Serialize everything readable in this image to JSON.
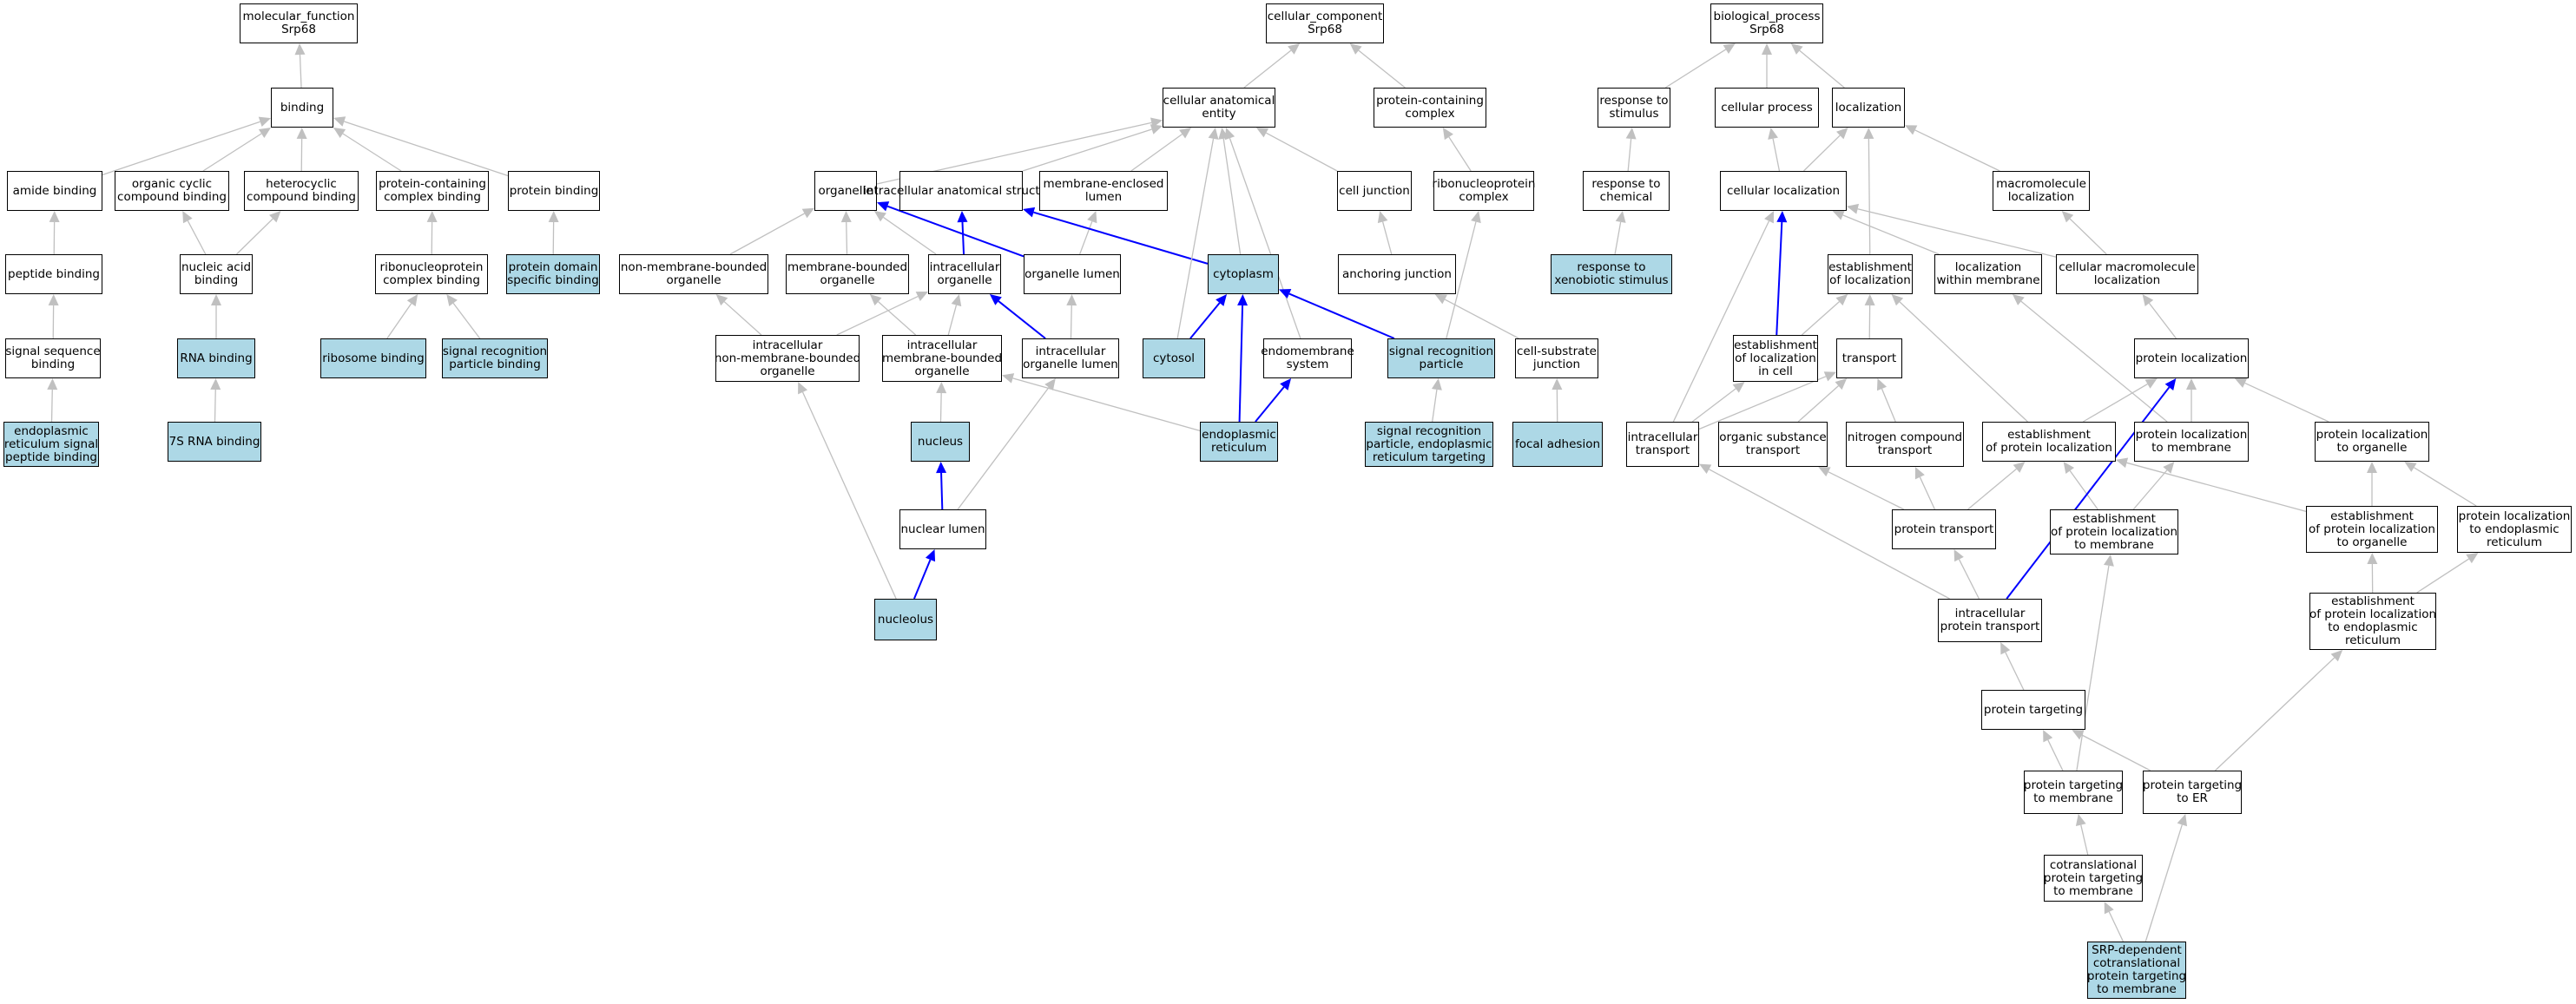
{
  "colors": {
    "background": "#ffffff",
    "node_border": "#000000",
    "highlight_fill": "#add8e6",
    "edge_gray": "#c0c0c0",
    "edge_blue": "#0000ff"
  },
  "nodes": {
    "mf_root": {
      "lines": [
        "molecular_function",
        "Srp68"
      ],
      "highlight": false
    },
    "binding": {
      "lines": [
        "binding"
      ],
      "highlight": false
    },
    "amide_binding": {
      "lines": [
        "amide binding"
      ],
      "highlight": false
    },
    "organic_cyclic": {
      "lines": [
        "organic cyclic",
        "compound binding"
      ],
      "highlight": false
    },
    "heterocyclic": {
      "lines": [
        "heterocyclic",
        "compound binding"
      ],
      "highlight": false
    },
    "pcc_binding": {
      "lines": [
        "protein-containing",
        "complex binding"
      ],
      "highlight": false
    },
    "protein_binding": {
      "lines": [
        "protein binding"
      ],
      "highlight": false
    },
    "peptide_binding": {
      "lines": [
        "peptide binding"
      ],
      "highlight": false
    },
    "nucleic_acid_binding": {
      "lines": [
        "nucleic acid",
        "binding"
      ],
      "highlight": false
    },
    "rnp_complex_binding": {
      "lines": [
        "ribonucleoprotein",
        "complex binding"
      ],
      "highlight": false
    },
    "protein_domain_binding": {
      "lines": [
        "protein domain",
        "specific binding"
      ],
      "highlight": true
    },
    "signal_seq_binding": {
      "lines": [
        "signal sequence",
        "binding"
      ],
      "highlight": false
    },
    "rna_binding": {
      "lines": [
        "RNA binding"
      ],
      "highlight": true
    },
    "ribosome_binding": {
      "lines": [
        "ribosome binding"
      ],
      "highlight": true
    },
    "srp_binding": {
      "lines": [
        "signal recognition",
        "particle binding"
      ],
      "highlight": true
    },
    "er_signal_peptide_binding": {
      "lines": [
        "endoplasmic",
        "reticulum signal",
        "peptide binding"
      ],
      "highlight": true
    },
    "rna7s_binding": {
      "lines": [
        "7S RNA binding"
      ],
      "highlight": true
    },
    "cc_root": {
      "lines": [
        "cellular_component",
        "Srp68"
      ],
      "highlight": false
    },
    "cae": {
      "lines": [
        "cellular anatomical",
        "entity"
      ],
      "highlight": false
    },
    "pcc": {
      "lines": [
        "protein-containing",
        "complex"
      ],
      "highlight": false
    },
    "organelle": {
      "lines": [
        "organelle"
      ],
      "highlight": false
    },
    "ias": {
      "lines": [
        "intracellular anatomical structure"
      ],
      "highlight": false
    },
    "mel": {
      "lines": [
        "membrane-enclosed",
        "lumen"
      ],
      "highlight": false
    },
    "cell_junction": {
      "lines": [
        "cell junction"
      ],
      "highlight": false
    },
    "rnp_complex": {
      "lines": [
        "ribonucleoprotein",
        "complex"
      ],
      "highlight": false
    },
    "nmbo": {
      "lines": [
        "non-membrane-bounded",
        "organelle"
      ],
      "highlight": false
    },
    "mbo": {
      "lines": [
        "membrane-bounded",
        "organelle"
      ],
      "highlight": false
    },
    "io": {
      "lines": [
        "intracellular",
        "organelle"
      ],
      "highlight": false
    },
    "ol": {
      "lines": [
        "organelle lumen"
      ],
      "highlight": false
    },
    "cytoplasm": {
      "lines": [
        "cytoplasm"
      ],
      "highlight": true
    },
    "anch_junction": {
      "lines": [
        "anchoring junction"
      ],
      "highlight": false
    },
    "inmbo": {
      "lines": [
        "intracellular",
        "non-membrane-bounded",
        "organelle"
      ],
      "highlight": false
    },
    "imbo": {
      "lines": [
        "intracellular",
        "membrane-bounded",
        "organelle"
      ],
      "highlight": false
    },
    "iol": {
      "lines": [
        "intracellular",
        "organelle lumen"
      ],
      "highlight": false
    },
    "cytosol": {
      "lines": [
        "cytosol"
      ],
      "highlight": true
    },
    "endomembrane": {
      "lines": [
        "endomembrane",
        "system"
      ],
      "highlight": false
    },
    "srp": {
      "lines": [
        "signal recognition",
        "particle"
      ],
      "highlight": true
    },
    "cell_substrate": {
      "lines": [
        "cell-substrate",
        "junction"
      ],
      "highlight": false
    },
    "nucleus": {
      "lines": [
        "nucleus"
      ],
      "highlight": true
    },
    "er": {
      "lines": [
        "endoplasmic",
        "reticulum"
      ],
      "highlight": true
    },
    "srp_er_targeting": {
      "lines": [
        "signal recognition",
        "particle, endoplasmic",
        "reticulum targeting"
      ],
      "highlight": true
    },
    "focal_adhesion": {
      "lines": [
        "focal adhesion"
      ],
      "highlight": true
    },
    "nuclear_lumen": {
      "lines": [
        "nuclear lumen"
      ],
      "highlight": false
    },
    "nucleolus": {
      "lines": [
        "nucleolus"
      ],
      "highlight": true
    },
    "bp_root": {
      "lines": [
        "biological_process",
        "Srp68"
      ],
      "highlight": false
    },
    "response_stimulus": {
      "lines": [
        "response to",
        "stimulus"
      ],
      "highlight": false
    },
    "cellular_process": {
      "lines": [
        "cellular process"
      ],
      "highlight": false
    },
    "localization": {
      "lines": [
        "localization"
      ],
      "highlight": false
    },
    "response_chemical": {
      "lines": [
        "response to",
        "chemical"
      ],
      "highlight": false
    },
    "cellular_localization": {
      "lines": [
        "cellular localization"
      ],
      "highlight": false
    },
    "macromolecule_loc": {
      "lines": [
        "macromolecule",
        "localization"
      ],
      "highlight": false
    },
    "response_xenobiotic": {
      "lines": [
        "response to",
        "xenobiotic stimulus"
      ],
      "highlight": true
    },
    "est_localization": {
      "lines": [
        "establishment",
        "of localization"
      ],
      "highlight": false
    },
    "loc_within_membrane": {
      "lines": [
        "localization",
        "within membrane"
      ],
      "highlight": false
    },
    "cell_macromolecule_loc": {
      "lines": [
        "cellular macromolecule",
        "localization"
      ],
      "highlight": false
    },
    "est_loc_in_cell": {
      "lines": [
        "establishment",
        "of localization",
        "in cell"
      ],
      "highlight": false
    },
    "transport": {
      "lines": [
        "transport"
      ],
      "highlight": false
    },
    "protein_localization": {
      "lines": [
        "protein localization"
      ],
      "highlight": false
    },
    "intracellular_transport": {
      "lines": [
        "intracellular",
        "transport"
      ],
      "highlight": false
    },
    "organic_transport": {
      "lines": [
        "organic substance",
        "transport"
      ],
      "highlight": false
    },
    "nitrogen_transport": {
      "lines": [
        "nitrogen compound",
        "transport"
      ],
      "highlight": false
    },
    "est_protein_loc": {
      "lines": [
        "establishment",
        "of protein localization"
      ],
      "highlight": false
    },
    "protein_loc_membrane": {
      "lines": [
        "protein localization",
        "to membrane"
      ],
      "highlight": false
    },
    "protein_loc_organelle": {
      "lines": [
        "protein localization",
        "to organelle"
      ],
      "highlight": false
    },
    "protein_transport": {
      "lines": [
        "protein transport"
      ],
      "highlight": false
    },
    "est_protein_loc_membrane": {
      "lines": [
        "establishment",
        "of protein localization",
        "to membrane"
      ],
      "highlight": false
    },
    "est_protein_loc_organelle": {
      "lines": [
        "establishment",
        "of protein localization",
        "to organelle"
      ],
      "highlight": false
    },
    "protein_loc_er": {
      "lines": [
        "protein localization",
        "to endoplasmic",
        "reticulum"
      ],
      "highlight": false
    },
    "intracellular_protein_transport": {
      "lines": [
        "intracellular",
        "protein transport"
      ],
      "highlight": false
    },
    "est_protein_loc_er": {
      "lines": [
        "establishment",
        "of protein localization",
        "to endoplasmic",
        "reticulum"
      ],
      "highlight": false
    },
    "protein_targeting": {
      "lines": [
        "protein targeting"
      ],
      "highlight": false
    },
    "protein_targeting_membrane": {
      "lines": [
        "protein targeting",
        "to membrane"
      ],
      "highlight": false
    },
    "protein_targeting_er": {
      "lines": [
        "protein targeting",
        "to ER"
      ],
      "highlight": false
    },
    "cotranslational": {
      "lines": [
        "cotranslational",
        "protein targeting",
        "to membrane"
      ],
      "highlight": false
    },
    "srp_dependent": {
      "lines": [
        "SRP-dependent",
        "cotranslational",
        "protein targeting",
        "to membrane"
      ],
      "highlight": true
    }
  },
  "edges": [
    {
      "from": "binding",
      "to": "mf_root",
      "color": "gray"
    },
    {
      "from": "amide_binding",
      "to": "binding",
      "color": "gray"
    },
    {
      "from": "organic_cyclic",
      "to": "binding",
      "color": "gray"
    },
    {
      "from": "heterocyclic",
      "to": "binding",
      "color": "gray"
    },
    {
      "from": "pcc_binding",
      "to": "binding",
      "color": "gray"
    },
    {
      "from": "protein_binding",
      "to": "binding",
      "color": "gray"
    },
    {
      "from": "peptide_binding",
      "to": "amide_binding",
      "color": "gray"
    },
    {
      "from": "nucleic_acid_binding",
      "to": "organic_cyclic",
      "color": "gray"
    },
    {
      "from": "nucleic_acid_binding",
      "to": "heterocyclic",
      "color": "gray"
    },
    {
      "from": "rnp_complex_binding",
      "to": "pcc_binding",
      "color": "gray"
    },
    {
      "from": "protein_domain_binding",
      "to": "protein_binding",
      "color": "gray"
    },
    {
      "from": "signal_seq_binding",
      "to": "peptide_binding",
      "color": "gray"
    },
    {
      "from": "rna_binding",
      "to": "nucleic_acid_binding",
      "color": "gray"
    },
    {
      "from": "ribosome_binding",
      "to": "rnp_complex_binding",
      "color": "gray"
    },
    {
      "from": "srp_binding",
      "to": "rnp_complex_binding",
      "color": "gray"
    },
    {
      "from": "er_signal_peptide_binding",
      "to": "signal_seq_binding",
      "color": "gray"
    },
    {
      "from": "rna7s_binding",
      "to": "rna_binding",
      "color": "gray"
    },
    {
      "from": "cae",
      "to": "cc_root",
      "color": "gray"
    },
    {
      "from": "pcc",
      "to": "cc_root",
      "color": "gray"
    },
    {
      "from": "organelle",
      "to": "cae",
      "color": "gray"
    },
    {
      "from": "ias",
      "to": "cae",
      "color": "gray"
    },
    {
      "from": "mel",
      "to": "cae",
      "color": "gray"
    },
    {
      "from": "cell_junction",
      "to": "cae",
      "color": "gray"
    },
    {
      "from": "rnp_complex",
      "to": "pcc",
      "color": "gray"
    },
    {
      "from": "nmbo",
      "to": "organelle",
      "color": "gray"
    },
    {
      "from": "mbo",
      "to": "organelle",
      "color": "gray"
    },
    {
      "from": "io",
      "to": "organelle",
      "color": "gray"
    },
    {
      "from": "io",
      "to": "ias",
      "color": "blue"
    },
    {
      "from": "ol",
      "to": "mel",
      "color": "gray"
    },
    {
      "from": "ol",
      "to": "organelle",
      "color": "blue"
    },
    {
      "from": "cytoplasm",
      "to": "ias",
      "color": "blue"
    },
    {
      "from": "cytoplasm",
      "to": "cae",
      "color": "gray"
    },
    {
      "from": "anch_junction",
      "to": "cell_junction",
      "color": "gray"
    },
    {
      "from": "inmbo",
      "to": "nmbo",
      "color": "gray"
    },
    {
      "from": "inmbo",
      "to": "io",
      "color": "gray"
    },
    {
      "from": "imbo",
      "to": "mbo",
      "color": "gray"
    },
    {
      "from": "imbo",
      "to": "io",
      "color": "gray"
    },
    {
      "from": "iol",
      "to": "ol",
      "color": "gray"
    },
    {
      "from": "iol",
      "to": "io",
      "color": "blue"
    },
    {
      "from": "cytosol",
      "to": "cytoplasm",
      "color": "blue"
    },
    {
      "from": "cytosol",
      "to": "cae",
      "color": "gray"
    },
    {
      "from": "endomembrane",
      "to": "cae",
      "color": "gray"
    },
    {
      "from": "srp",
      "to": "cytoplasm",
      "color": "blue"
    },
    {
      "from": "srp",
      "to": "rnp_complex",
      "color": "gray"
    },
    {
      "from": "cell_substrate",
      "to": "anch_junction",
      "color": "gray"
    },
    {
      "from": "nucleus",
      "to": "imbo",
      "color": "gray"
    },
    {
      "from": "er",
      "to": "cytoplasm",
      "color": "blue"
    },
    {
      "from": "er",
      "to": "endomembrane",
      "color": "blue"
    },
    {
      "from": "er",
      "to": "imbo",
      "color": "gray"
    },
    {
      "from": "srp_er_targeting",
      "to": "srp",
      "color": "gray"
    },
    {
      "from": "focal_adhesion",
      "to": "cell_substrate",
      "color": "gray"
    },
    {
      "from": "nuclear_lumen",
      "to": "nucleus",
      "color": "blue"
    },
    {
      "from": "nuclear_lumen",
      "to": "iol",
      "color": "gray"
    },
    {
      "from": "nucleolus",
      "to": "nuclear_lumen",
      "color": "blue"
    },
    {
      "from": "nucleolus",
      "to": "inmbo",
      "color": "gray"
    },
    {
      "from": "response_stimulus",
      "to": "bp_root",
      "color": "gray"
    },
    {
      "from": "cellular_process",
      "to": "bp_root",
      "color": "gray"
    },
    {
      "from": "localization",
      "to": "bp_root",
      "color": "gray"
    },
    {
      "from": "response_chemical",
      "to": "response_stimulus",
      "color": "gray"
    },
    {
      "from": "cellular_localization",
      "to": "cellular_process",
      "color": "gray"
    },
    {
      "from": "cellular_localization",
      "to": "localization",
      "color": "gray"
    },
    {
      "from": "macromolecule_loc",
      "to": "localization",
      "color": "gray"
    },
    {
      "from": "response_xenobiotic",
      "to": "response_chemical",
      "color": "gray"
    },
    {
      "from": "est_localization",
      "to": "localization",
      "color": "gray"
    },
    {
      "from": "loc_within_membrane",
      "to": "cellular_localization",
      "color": "gray"
    },
    {
      "from": "cell_macromolecule_loc",
      "to": "cellular_localization",
      "color": "gray"
    },
    {
      "from": "cell_macromolecule_loc",
      "to": "macromolecule_loc",
      "color": "gray"
    },
    {
      "from": "est_loc_in_cell",
      "to": "cellular_localization",
      "color": "blue"
    },
    {
      "from": "est_loc_in_cell",
      "to": "est_localization",
      "color": "gray"
    },
    {
      "from": "transport",
      "to": "est_localization",
      "color": "gray"
    },
    {
      "from": "protein_localization",
      "to": "cell_macromolecule_loc",
      "color": "gray"
    },
    {
      "from": "intracellular_transport",
      "to": "est_loc_in_cell",
      "color": "gray"
    },
    {
      "from": "intracellular_transport",
      "to": "transport",
      "color": "gray"
    },
    {
      "from": "intracellular_transport",
      "to": "cellular_localization",
      "color": "gray"
    },
    {
      "from": "organic_transport",
      "to": "transport",
      "color": "gray"
    },
    {
      "from": "nitrogen_transport",
      "to": "transport",
      "color": "gray"
    },
    {
      "from": "est_protein_loc",
      "to": "protein_localization",
      "color": "gray"
    },
    {
      "from": "est_protein_loc",
      "to": "est_localization",
      "color": "gray"
    },
    {
      "from": "protein_loc_membrane",
      "to": "protein_localization",
      "color": "gray"
    },
    {
      "from": "protein_loc_membrane",
      "to": "loc_within_membrane",
      "color": "gray"
    },
    {
      "from": "protein_loc_organelle",
      "to": "protein_localization",
      "color": "gray"
    },
    {
      "from": "protein_transport",
      "to": "est_protein_loc",
      "color": "gray"
    },
    {
      "from": "protein_transport",
      "to": "organic_transport",
      "color": "gray"
    },
    {
      "from": "protein_transport",
      "to": "nitrogen_transport",
      "color": "gray"
    },
    {
      "from": "est_protein_loc_membrane",
      "to": "est_protein_loc",
      "color": "gray"
    },
    {
      "from": "est_protein_loc_membrane",
      "to": "protein_loc_membrane",
      "color": "gray"
    },
    {
      "from": "est_protein_loc_organelle",
      "to": "est_protein_loc",
      "color": "gray"
    },
    {
      "from": "est_protein_loc_organelle",
      "to": "protein_loc_organelle",
      "color": "gray"
    },
    {
      "from": "protein_loc_er",
      "to": "protein_loc_organelle",
      "color": "gray"
    },
    {
      "from": "intracellular_protein_transport",
      "to": "protein_transport",
      "color": "gray"
    },
    {
      "from": "intracellular_protein_transport",
      "to": "intracellular_transport",
      "color": "gray"
    },
    {
      "from": "intracellular_protein_transport",
      "to": "protein_localization",
      "color": "blue"
    },
    {
      "from": "est_protein_loc_er",
      "to": "est_protein_loc_organelle",
      "color": "gray"
    },
    {
      "from": "est_protein_loc_er",
      "to": "protein_loc_er",
      "color": "gray"
    },
    {
      "from": "protein_targeting",
      "to": "intracellular_protein_transport",
      "color": "gray"
    },
    {
      "from": "protein_targeting_membrane",
      "to": "protein_targeting",
      "color": "gray"
    },
    {
      "from": "protein_targeting_membrane",
      "to": "est_protein_loc_membrane",
      "color": "gray"
    },
    {
      "from": "protein_targeting_er",
      "to": "protein_targeting",
      "color": "gray"
    },
    {
      "from": "protein_targeting_er",
      "to": "est_protein_loc_er",
      "color": "gray"
    },
    {
      "from": "cotranslational",
      "to": "protein_targeting_membrane",
      "color": "gray"
    },
    {
      "from": "srp_dependent",
      "to": "cotranslational",
      "color": "gray"
    },
    {
      "from": "srp_dependent",
      "to": "protein_targeting_er",
      "color": "gray"
    }
  ]
}
